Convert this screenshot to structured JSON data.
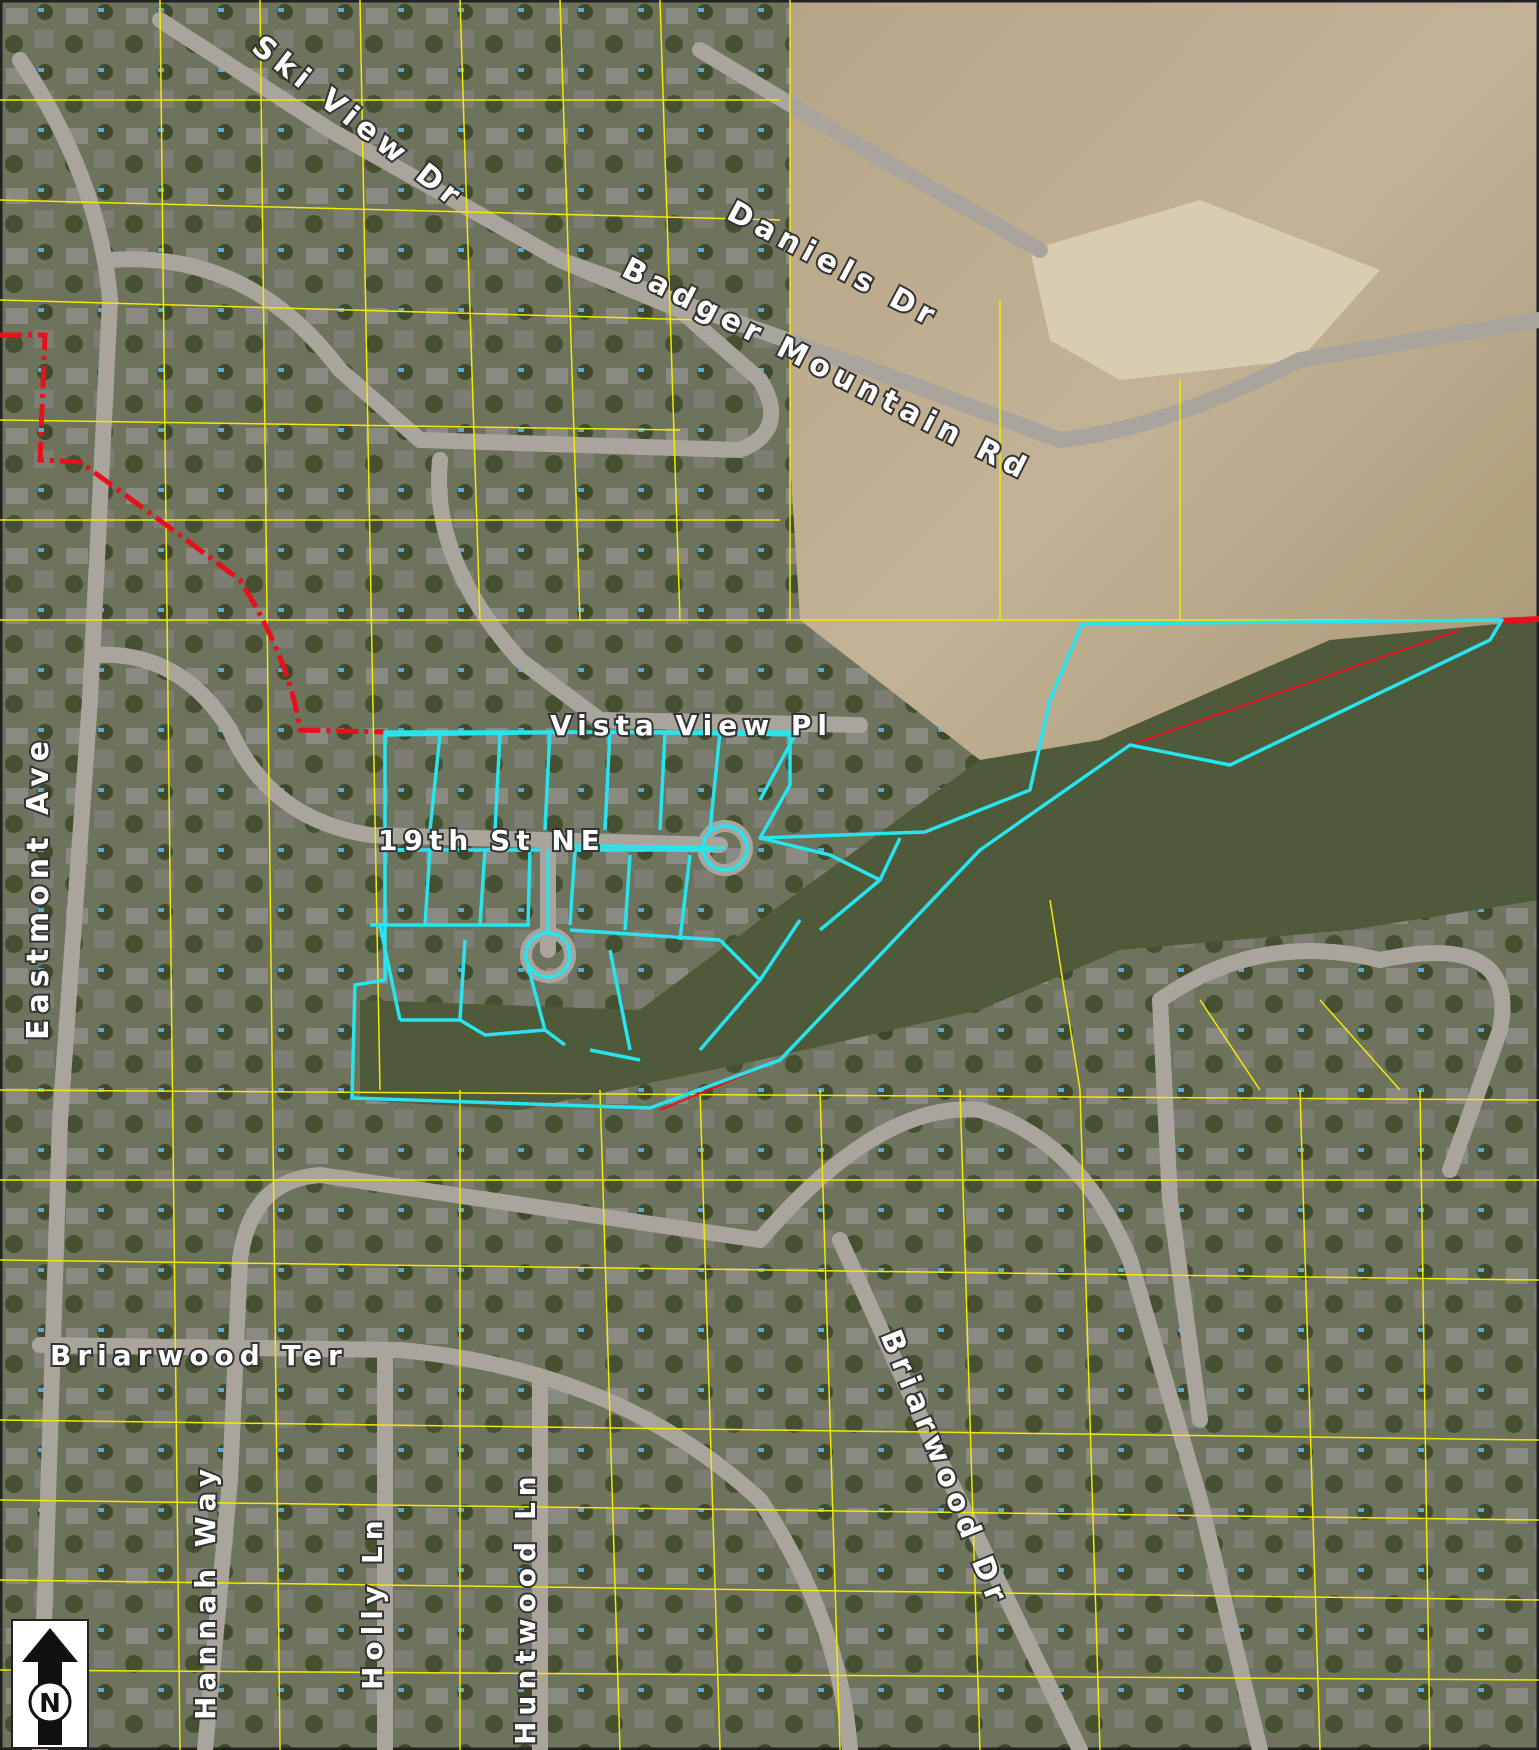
{
  "map": {
    "streets": [
      {
        "id": "ski-view-dr",
        "label": "Ski View Dr"
      },
      {
        "id": "daniels-dr",
        "label": "Daniels Dr"
      },
      {
        "id": "badger-mountain-rd",
        "label": "Badger Mountain Rd"
      },
      {
        "id": "vista-view-pl",
        "label": "Vista View Pl"
      },
      {
        "id": "19th-st-ne",
        "label": "19th St NE"
      },
      {
        "id": "eastmont-ave",
        "label": "Eastmont Ave"
      },
      {
        "id": "briarwood-ter",
        "label": "Briarwood Ter"
      },
      {
        "id": "hannah-way",
        "label": "Hannah Way"
      },
      {
        "id": "holly-ln",
        "label": "Holly Ln"
      },
      {
        "id": "huntwood-ln",
        "label": "Huntwood Ln"
      },
      {
        "id": "briarwood-dr",
        "label": "Briarwood Dr"
      }
    ],
    "north_arrow": {
      "letter": "N"
    },
    "colors": {
      "parcel_lines": "#f2ea00",
      "boundary_red": "#e8101a",
      "project_outline": "#27e4ee",
      "road": "#a9a59c",
      "hillside": "#bba98c",
      "urban": "#6f7560"
    }
  }
}
